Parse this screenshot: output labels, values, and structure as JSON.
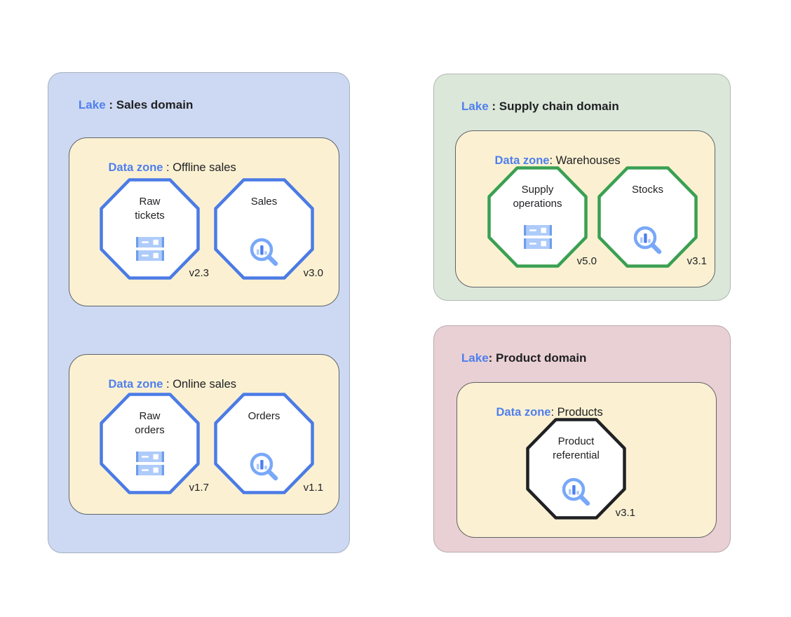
{
  "colors": {
    "lake-blue": "#CDD9F2",
    "lake-green": "#DBE7D9",
    "lake-pink": "#E9D0D4",
    "zone-yellow": "#FBF1D2",
    "zone-border": "#5F6368",
    "accent-blue": "#4F7FEE",
    "oct-blue": "#4B7BE5",
    "oct-green": "#3AA052",
    "oct-black": "#202124",
    "icon-light": "#AECBFA",
    "icon-mid": "#78A8F9",
    "icon-dark": "#4D7FEE",
    "icon-edge": "#6D9EEB",
    "text-dark": "#202124"
  },
  "lakes": [
    {
      "title_blue": "Lake",
      "title_rest": " : Sales domain",
      "zones": [
        {
          "title_blue": "Data zone",
          "title_rest": " : Offline sales",
          "assets": [
            {
              "name": "Raw\ntickets",
              "version": "v2.3",
              "icon": "storage-icon",
              "border": "blue"
            },
            {
              "name": "Sales",
              "version": "v3.0",
              "icon": "search-chart-icon",
              "border": "blue"
            }
          ]
        },
        {
          "title_blue": "Data zone",
          "title_rest": " : Online sales",
          "assets": [
            {
              "name": "Raw\norders",
              "version": "v1.7",
              "icon": "storage-icon",
              "border": "blue"
            },
            {
              "name": "Orders",
              "version": "v1.1",
              "icon": "search-chart-icon",
              "border": "blue"
            }
          ]
        }
      ]
    },
    {
      "title_blue": "Lake",
      "title_rest": " : Supply chain domain",
      "zones": [
        {
          "title_blue": "Data zone",
          "title_rest": ": Warehouses",
          "assets": [
            {
              "name": "Supply\noperations",
              "version": "v5.0",
              "icon": "storage-icon",
              "border": "green"
            },
            {
              "name": "Stocks",
              "version": "v3.1",
              "icon": "search-chart-icon",
              "border": "green"
            }
          ]
        }
      ]
    },
    {
      "title_blue": "Lake",
      "title_rest": ": Product domain",
      "zones": [
        {
          "title_blue": "Data zone",
          "title_rest": ": Products",
          "assets": [
            {
              "name": "Product\nreferential",
              "version": "v3.1",
              "icon": "search-chart-icon",
              "border": "black"
            }
          ]
        }
      ]
    }
  ]
}
